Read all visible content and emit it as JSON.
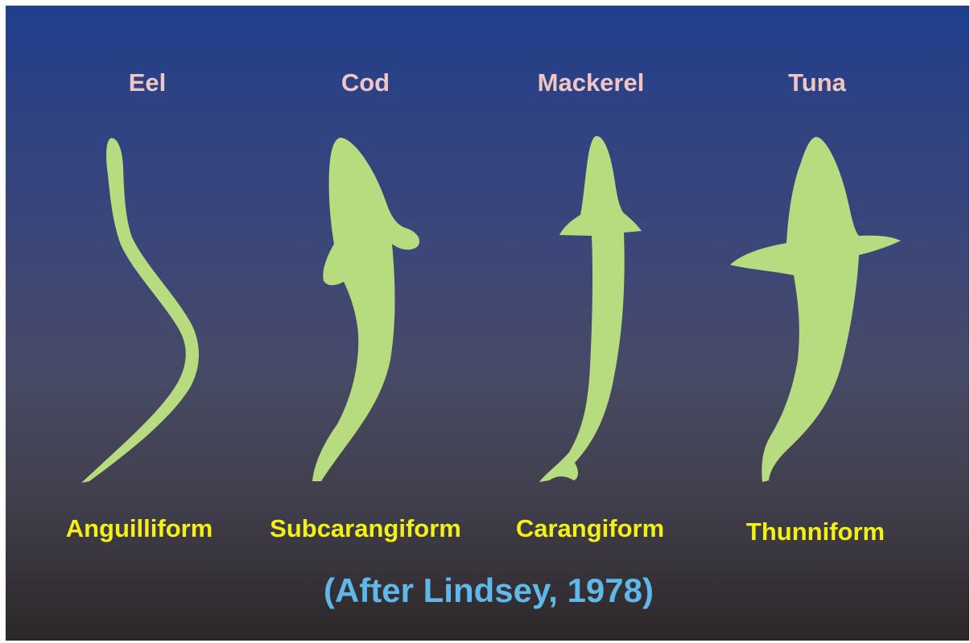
{
  "fish": [
    {
      "name": "Eel",
      "mode": "Anguilliform"
    },
    {
      "name": "Cod",
      "mode": "Subcarangiform"
    },
    {
      "name": "Mackerel",
      "mode": "Carangiform"
    },
    {
      "name": "Tuna",
      "mode": "Thunniform"
    }
  ],
  "credit": "(After Lindsey, 1978)",
  "colors": {
    "fish_fill": "#b6dc7f",
    "name_text": "#f1c6c2",
    "mode_text": "#f3f016",
    "credit_text": "#5fb8e8",
    "background_top": "#1f3f8d",
    "background_bottom": "#2c2727"
  }
}
